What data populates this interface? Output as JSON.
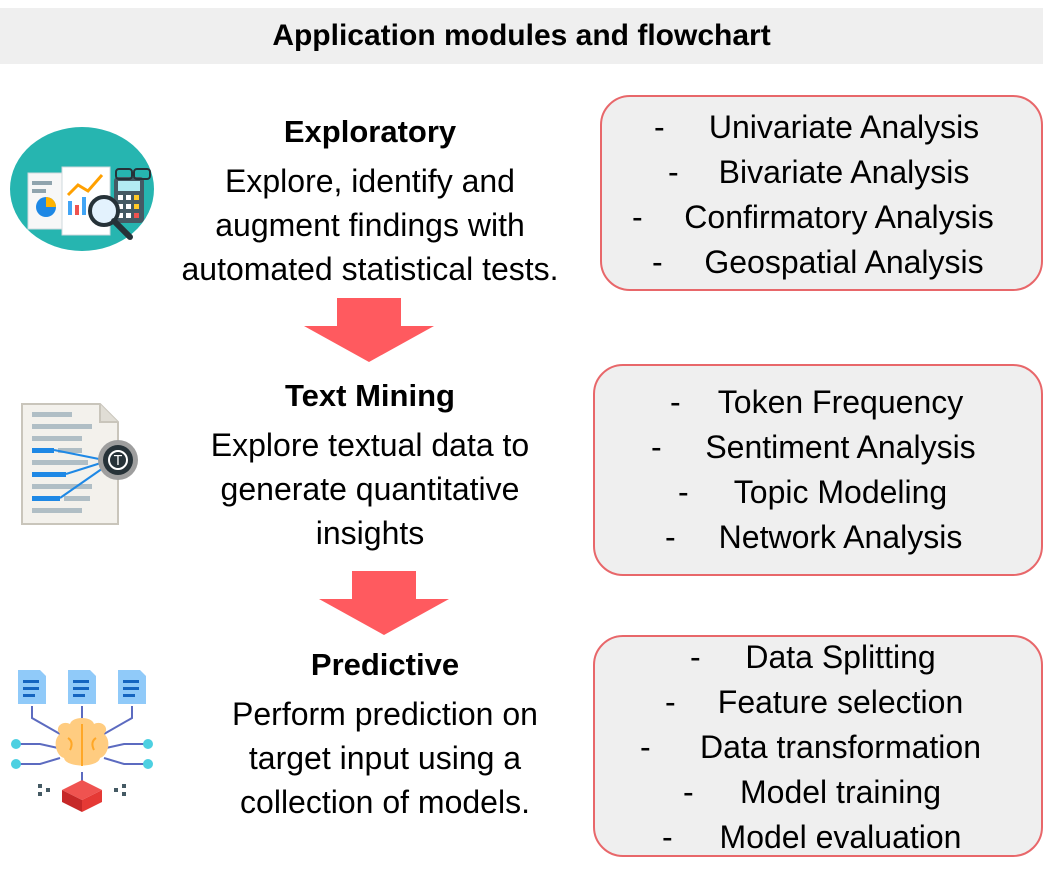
{
  "title": "Application modules and flowchart",
  "colors": {
    "box_border": "#e8676a",
    "box_fill": "#efefef",
    "arrow": "#ff5a5f",
    "title_bg": "#efefef"
  },
  "modules": [
    {
      "heading": "Exploratory",
      "description_lines": [
        "Explore, identify and",
        "augment findings with",
        "automated statistical tests."
      ],
      "icon": "analytics-report-icon",
      "bullet": "-",
      "items": [
        "Univariate Analysis",
        "Bivariate Analysis",
        "Confirmatory Analysis",
        "Geospatial Analysis"
      ]
    },
    {
      "heading": "Text Mining",
      "description_lines": [
        "Explore textual data to",
        "generate quantitative",
        "insights"
      ],
      "icon": "text-document-mining-icon",
      "bullet": "-",
      "items": [
        "Token Frequency",
        "Sentiment Analysis",
        "Topic Modeling",
        "Network Analysis"
      ]
    },
    {
      "heading": "Predictive",
      "description_lines": [
        "Perform prediction on",
        "target input using a",
        "collection of models."
      ],
      "icon": "ai-brain-network-icon",
      "bullet": "-",
      "items": [
        "Data Splitting",
        "Feature selection",
        "Data transformation",
        "Model training",
        "Model evaluation"
      ]
    }
  ]
}
